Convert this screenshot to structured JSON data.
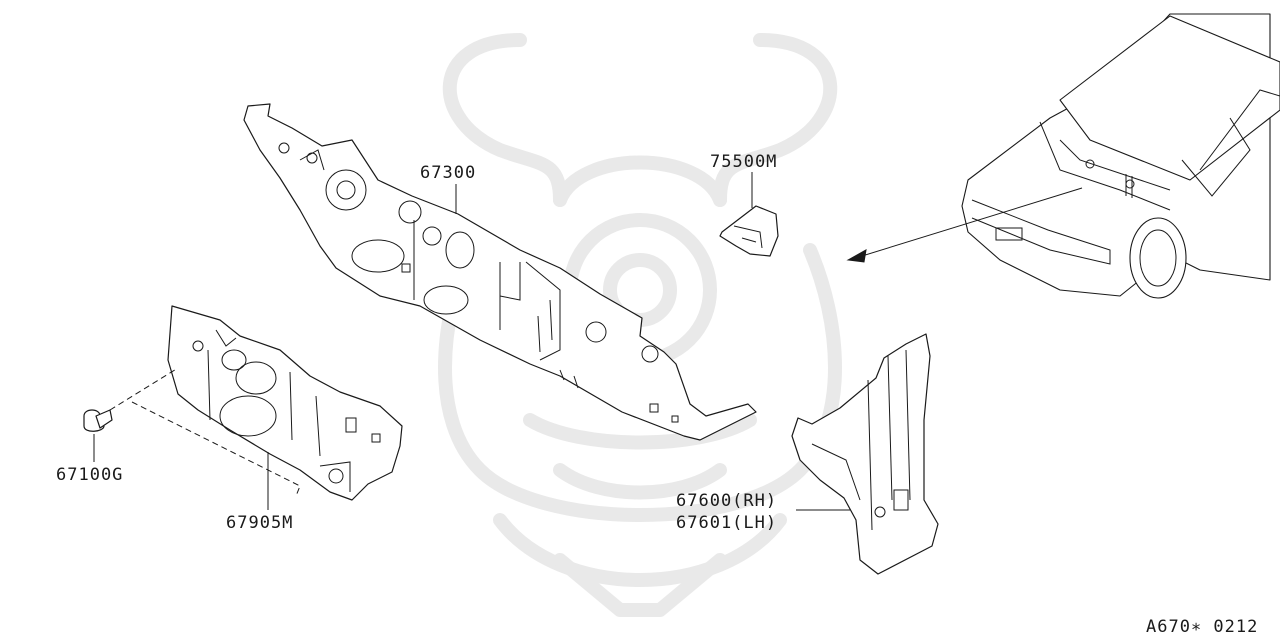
{
  "labels": {
    "part_67300": "67300",
    "part_75500m": "75500M",
    "part_67100g": "67100G",
    "part_67905m": "67905M",
    "part_67600_rh": "67600(RH)",
    "part_67601_lh": "67601(LH)"
  },
  "diagram_code": "A670∗ 0212",
  "watermark_icon": "samurai-helmet-watermark-icon",
  "colors": {
    "line": "#1a1a1a",
    "watermark": "#e9e9e9",
    "background": "#ffffff"
  }
}
